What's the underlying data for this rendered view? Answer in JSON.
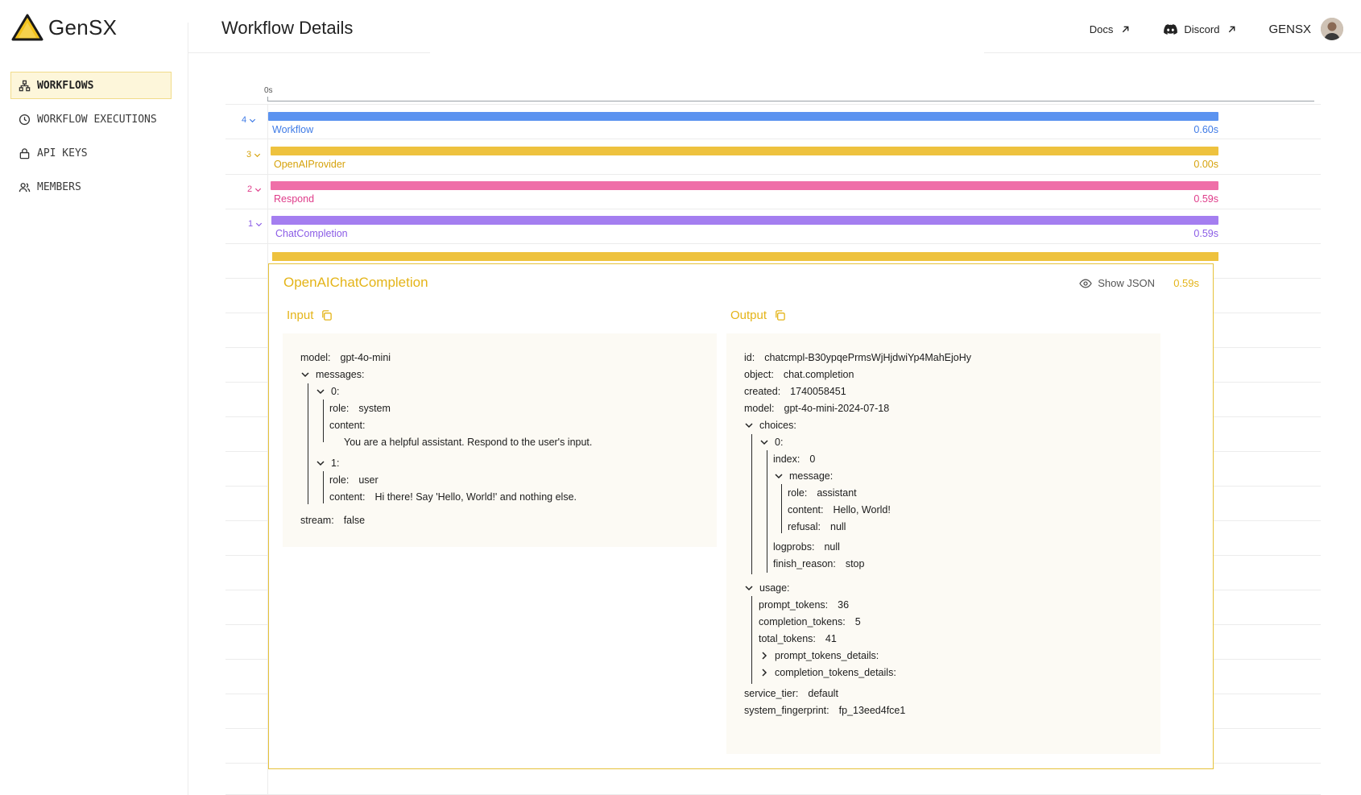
{
  "brand": {
    "name": "GenSX"
  },
  "sidebar": {
    "items": [
      {
        "label": "WORKFLOWS",
        "icon": "workflow-icon",
        "active": true
      },
      {
        "label": "WORKFLOW EXECUTIONS",
        "icon": "clock-icon",
        "active": false
      },
      {
        "label": "API KEYS",
        "icon": "lock-icon",
        "active": false
      },
      {
        "label": "MEMBERS",
        "icon": "users-icon",
        "active": false
      }
    ]
  },
  "header": {
    "title": "Workflow Details",
    "links": [
      {
        "label": "Docs",
        "icon": "arrow-up-right-icon"
      },
      {
        "label": "Discord",
        "icon": "discord-icon"
      }
    ],
    "user": "GENSX"
  },
  "timeline": {
    "axis_label": "0s",
    "spans": [
      {
        "depth": "4",
        "name": "Workflow",
        "duration": "0.60s",
        "color": "#5b93f0"
      },
      {
        "depth": "3",
        "name": "OpenAIProvider",
        "duration": "0.00s",
        "color": "#eec23e"
      },
      {
        "depth": "2",
        "name": "Respond",
        "duration": "0.59s",
        "color": "#ef6fa8"
      },
      {
        "depth": "1",
        "name": "ChatCompletion",
        "duration": "0.59s",
        "color": "#a47ef0"
      }
    ],
    "selected_color": "#eec23e"
  },
  "detail": {
    "title": "OpenAIChatCompletion",
    "show_json": "Show JSON",
    "duration": "0.59s",
    "input_label": "Input",
    "output_label": "Output",
    "input": {
      "model_k": "model:",
      "model_v": "gpt-4o-mini",
      "messages_k": "messages:",
      "m0_k": "0:",
      "m0_role_k": "role:",
      "m0_role_v": "system",
      "m0_content_k": "content:",
      "m0_content_v": "You are a helpful assistant. Respond to the user's input.",
      "m1_k": "1:",
      "m1_role_k": "role:",
      "m1_role_v": "user",
      "m1_content_k": "content:",
      "m1_content_v": "Hi there! Say 'Hello, World!' and nothing else.",
      "stream_k": "stream:",
      "stream_v": "false"
    },
    "output": {
      "id_k": "id:",
      "id_v": "chatcmpl-B30ypqePrmsWjHjdwiYp4MahEjoHy",
      "object_k": "object:",
      "object_v": "chat.completion",
      "created_k": "created:",
      "created_v": "1740058451",
      "model_k": "model:",
      "model_v": "gpt-4o-mini-2024-07-18",
      "choices_k": "choices:",
      "c0_k": "0:",
      "index_k": "index:",
      "index_v": "0",
      "message_k": "message:",
      "role_k": "role:",
      "role_v": "assistant",
      "content_k": "content:",
      "content_v": "Hello, World!",
      "refusal_k": "refusal:",
      "refusal_v": "null",
      "logprobs_k": "logprobs:",
      "logprobs_v": "null",
      "finish_k": "finish_reason:",
      "finish_v": "stop",
      "usage_k": "usage:",
      "pt_k": "prompt_tokens:",
      "pt_v": "36",
      "ct_k": "completion_tokens:",
      "ct_v": "5",
      "tt_k": "total_tokens:",
      "tt_v": "41",
      "ptd_k": "prompt_tokens_details:",
      "ctd_k": "completion_tokens_details:",
      "tier_k": "service_tier:",
      "tier_v": "default",
      "fp_k": "system_fingerprint:",
      "fp_v": "fp_13eed4fce1"
    }
  }
}
